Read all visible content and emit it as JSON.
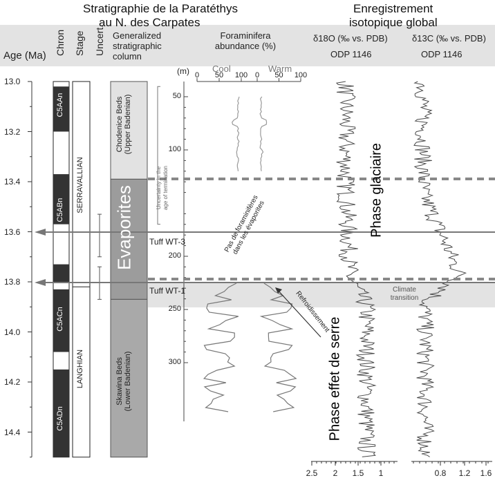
{
  "titles": {
    "left": "Stratigraphie de la Paratéthys",
    "left_sub": "au N. des Carpates",
    "right": "Enregistrement",
    "right_sub": "isotopique global"
  },
  "header": {
    "age": "Age (Ma)",
    "chron": "Chron",
    "stage": "Stage",
    "uncert": "Uncert.",
    "gen_col": "Generalized\nstratigraphic\ncolumn",
    "foram": "Foraminifera\nabundance (%)",
    "d18o": "δ18O (‰ vs. PDB)",
    "d13c": "δ13C (‰ vs. PDB)",
    "odp_a": "ODP 1146",
    "odp_b": "ODP 1146"
  },
  "age_ticks": [
    "13.0",
    "13.2",
    "13.4",
    "13.6",
    "13.8",
    "14.0",
    "14.2",
    "14.4"
  ],
  "chrons": [
    "C5AAn",
    "C5ABn",
    "C5ACn",
    "C5ADn"
  ],
  "stages": [
    "SERRAVALLIAN",
    "LANGHIAN"
  ],
  "column": {
    "upper": "Chodenice Beds\n(Upper Badenian)",
    "evaporites": "Evaporites",
    "lower": "Skawina Beds\n(Lower Badenian)"
  },
  "foram": {
    "depth_unit": "(m)",
    "depth_ticks": [
      "50",
      "100",
      "200",
      "250",
      "300"
    ],
    "cool": "Cool",
    "warm": "Warm",
    "cool_ticks": [
      "0",
      "50",
      "100"
    ],
    "warm_ticks": [
      "0",
      "50",
      "100"
    ]
  },
  "annotations": {
    "uncertainty": "Uncertainty in the\nage of termination",
    "no_foram": "Pas de foraminifères\ndans les évaporites",
    "cooling": "Refroidissement",
    "tuff3": "Tuff WT-3",
    "tuff1": "Tuff WT-1",
    "climate": "Climate\ntransition",
    "glacial": "Phase glaciaire",
    "greenhouse": "Phase effet de serre"
  },
  "d18o_ticks": [
    "2.5",
    "2",
    "1.5",
    "1"
  ],
  "d13c_ticks": [
    "0.8",
    "1.2",
    "1.6"
  ],
  "colors": {
    "band": "#e3e3e3",
    "dark": "#333333",
    "grey": "#999999",
    "line": "#4a4a4a"
  }
}
